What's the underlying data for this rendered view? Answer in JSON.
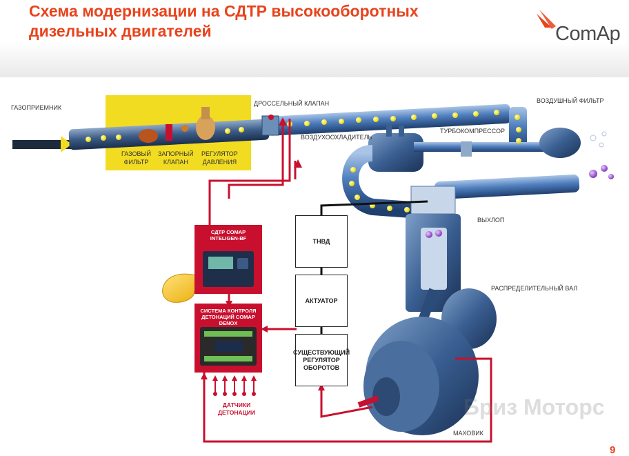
{
  "title": {
    "line1": "Схема модернизации на СДТР высокооборотных",
    "line2": "дизельных двигателей"
  },
  "logo": {
    "text": "ComAp"
  },
  "labels": {
    "gas_intake": "ГАЗОПРИЕМНИК",
    "throttle": "ДРОССЕЛЬНЫЙ КЛАПАН",
    "air_filter": "ВОЗДУШНЫЙ ФИЛЬТР",
    "intercooler": "ВОЗДУХООХЛАДИТЕЛЬ",
    "turbo": "ТУРБОКОМПРЕССОР",
    "gas_filter": "ГАЗОВЫЙ\nФИЛЬТР",
    "shutoff_valve": "ЗАПОРНЫЙ\nКЛАПАН",
    "pressure_reg": "РЕГУЛЯТОР\nДАВЛЕНИЯ",
    "exhaust": "ВЫХЛОП",
    "camshaft": "РАСПРЕДЕЛИТЕЛЬНЫЙ ВАЛ",
    "flywheel": "МАХОВИК"
  },
  "boxes": {
    "tnvd": "ТНВД",
    "actuator": "АКТУАТОР",
    "governor": "СУЩЕСТВУЮЩИЙ\nРЕГУЛЯТОР\nОБОРОТОВ"
  },
  "panels": {
    "controller": "СДТР COMAP\nINTELIGEN-BF",
    "knock": "СИСТЕМА КОНТРОЛЯ\nДЕТОНАЦИЙ COMAP DENOX"
  },
  "sensors": "ДАТЧИКИ\nДЕТОНАЦИИ",
  "watermark": "Бриз Моторс",
  "page_number": "9",
  "colors": {
    "title": "#e8431c",
    "signal_red": "#c8102e",
    "pipe_blue": "#3d6aa6",
    "gas_yellow": "#f2dc21",
    "exhaust_purple": "#8e44c8"
  }
}
